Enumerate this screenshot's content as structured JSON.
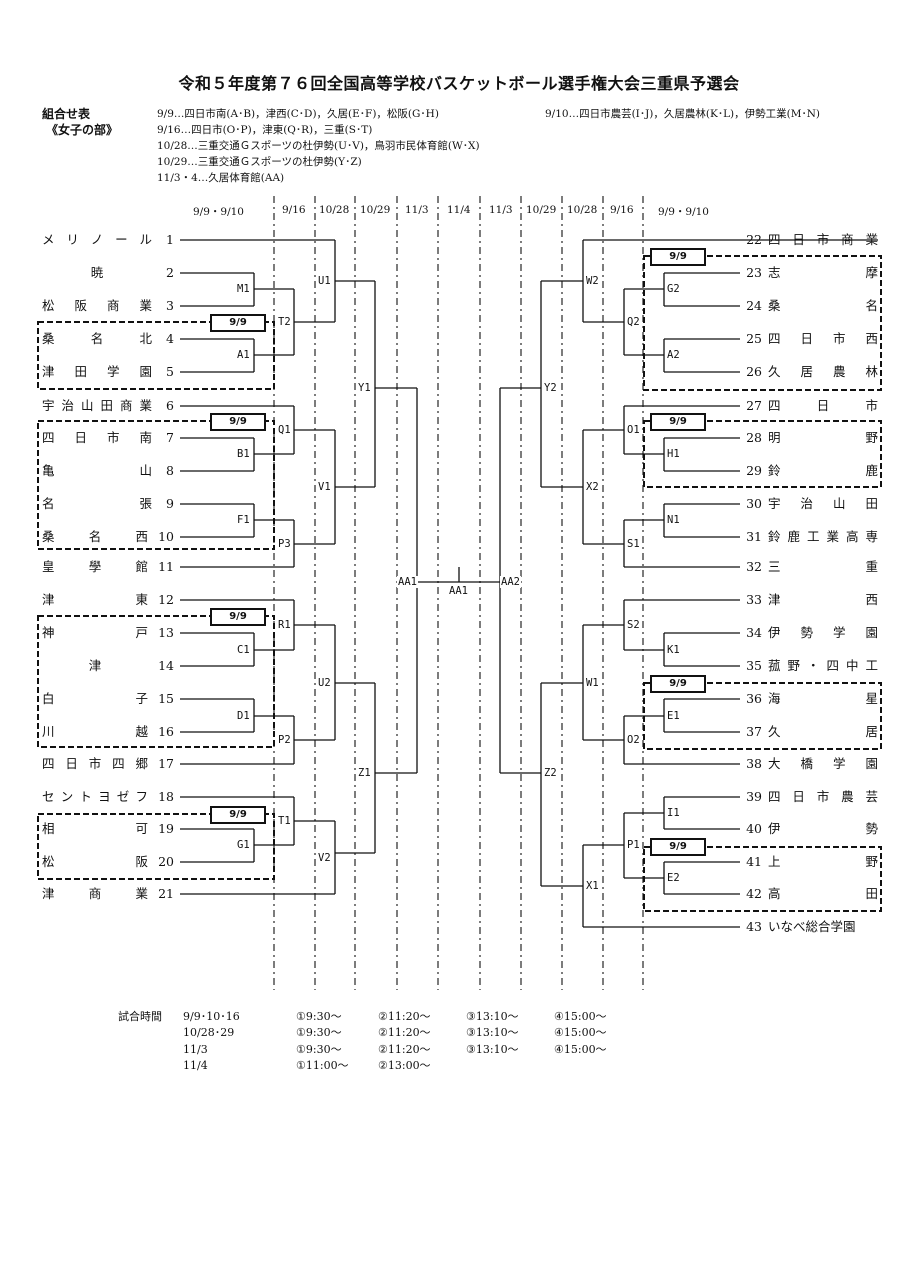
{
  "title": "令和５年度第７６回全国高等学校バスケットボール選手権大会三重県予選会",
  "header": {
    "label1": "組合せ表",
    "label2": "《女子の部》",
    "schedule": [
      "9/9…四日市南(A･B)，津西(C･D)，久居(E･F)，松阪(G･H)",
      "9/16…四日市(O･P)，津東(Q･R)，三重(S･T)",
      "10/28…三重交通Ｇスポーツの杜伊勢(U･V)，鳥羽市民体育館(W･X)",
      "10/29…三重交通Ｇスポーツの杜伊勢(Y･Z)",
      "11/3・4…久居体育館(AA)"
    ],
    "schedule_right": "9/10…四日市農芸(I･J)，久居農林(K･L)，伊勢工業(M･N)"
  },
  "columns": [
    "9/9・9/10",
    "9/16",
    "10/28",
    "10/29",
    "11/3",
    "11/4",
    "11/3",
    "10/29",
    "10/28",
    "9/16",
    "9/9・9/10"
  ],
  "teams_left": [
    {
      "name": "メリノール",
      "no": "1"
    },
    {
      "name": "暁",
      "no": "2"
    },
    {
      "name": "松阪商業",
      "no": "3"
    },
    {
      "name": "桑名北",
      "no": "4"
    },
    {
      "name": "津田学園",
      "no": "5"
    },
    {
      "name": "宇治山田商業",
      "no": "6"
    },
    {
      "name": "四日市南",
      "no": "7"
    },
    {
      "name": "亀山",
      "no": "8"
    },
    {
      "name": "名張",
      "no": "9"
    },
    {
      "name": "桑名西",
      "no": "10"
    },
    {
      "name": "皇學館",
      "no": "11"
    },
    {
      "name": "津東",
      "no": "12"
    },
    {
      "name": "神戸",
      "no": "13"
    },
    {
      "name": "津",
      "no": "14"
    },
    {
      "name": "白子",
      "no": "15"
    },
    {
      "name": "川越",
      "no": "16"
    },
    {
      "name": "四日市四郷",
      "no": "17"
    },
    {
      "name": "セントヨゼフ",
      "no": "18"
    },
    {
      "name": "相可",
      "no": "19"
    },
    {
      "name": "松阪",
      "no": "20"
    },
    {
      "name": "津商業",
      "no": "21"
    }
  ],
  "teams_right": [
    {
      "no": "22",
      "name": "四日市商業"
    },
    {
      "no": "23",
      "name": "志摩"
    },
    {
      "no": "24",
      "name": "桑名"
    },
    {
      "no": "25",
      "name": "四日市西"
    },
    {
      "no": "26",
      "name": "久居農林"
    },
    {
      "no": "27",
      "name": "四日市"
    },
    {
      "no": "28",
      "name": "明野"
    },
    {
      "no": "29",
      "name": "鈴鹿"
    },
    {
      "no": "30",
      "name": "宇治山田"
    },
    {
      "no": "31",
      "name": "鈴鹿工業高専"
    },
    {
      "no": "32",
      "name": "三重"
    },
    {
      "no": "33",
      "name": "津西"
    },
    {
      "no": "34",
      "name": "伊勢学園"
    },
    {
      "no": "35",
      "name": "菰野・四中工"
    },
    {
      "no": "36",
      "name": "海星"
    },
    {
      "no": "37",
      "name": "久居"
    },
    {
      "no": "38",
      "name": "大橋学園"
    },
    {
      "no": "39",
      "name": "四日市農芸"
    },
    {
      "no": "40",
      "name": "伊勢"
    },
    {
      "no": "41",
      "name": "上野"
    },
    {
      "no": "42",
      "name": "高田"
    },
    {
      "no": "43",
      "name": "いなべ総合学園"
    }
  ],
  "games": {
    "M1": "M1",
    "A1": "A1",
    "T2": "T2",
    "U1": "U1",
    "B1": "B1",
    "Q1": "Q1",
    "F1": "F1",
    "P3": "P3",
    "V1": "V1",
    "Y1": "Y1",
    "C1": "C1",
    "R1": "R1",
    "D1": "D1",
    "P2": "P2",
    "U2": "U2",
    "G1": "G1",
    "T1": "T1",
    "V2": "V2",
    "Z1": "Z1",
    "AA1_left": "AA1",
    "AA1_center": "AA1",
    "AA2": "AA2",
    "G2": "G2",
    "A2": "A2",
    "Q2": "Q2",
    "W2": "W2",
    "O1": "O1",
    "H1": "H1",
    "N1": "N1",
    "S1": "S1",
    "X2": "X2",
    "Y2": "Y2",
    "S2": "S2",
    "K1": "K1",
    "E1": "E1",
    "O2": "O2",
    "W1": "W1",
    "Z2": "Z2",
    "I1": "I1",
    "E2": "E2",
    "P1": "P1",
    "X1": "X1"
  },
  "badges": [
    "9/9",
    "9/9",
    "9/9",
    "9/9",
    "9/9",
    "9/9",
    "9/9",
    "9/9"
  ],
  "times": {
    "label": "試合時間",
    "rows": [
      {
        "date": "9/9･10･16",
        "slots": [
          "①9:30～",
          "②11:20～",
          "③13:10～",
          "④15:00～"
        ]
      },
      {
        "date": "10/28･29",
        "slots": [
          "①9:30～",
          "②11:20～",
          "③13:10～",
          "④15:00～"
        ]
      },
      {
        "date": "11/3",
        "slots": [
          "①9:30～",
          "②11:20～",
          "③13:10～",
          "④15:00～"
        ]
      },
      {
        "date": "11/4",
        "slots": [
          "①11:00～",
          "②13:00～"
        ]
      }
    ]
  }
}
